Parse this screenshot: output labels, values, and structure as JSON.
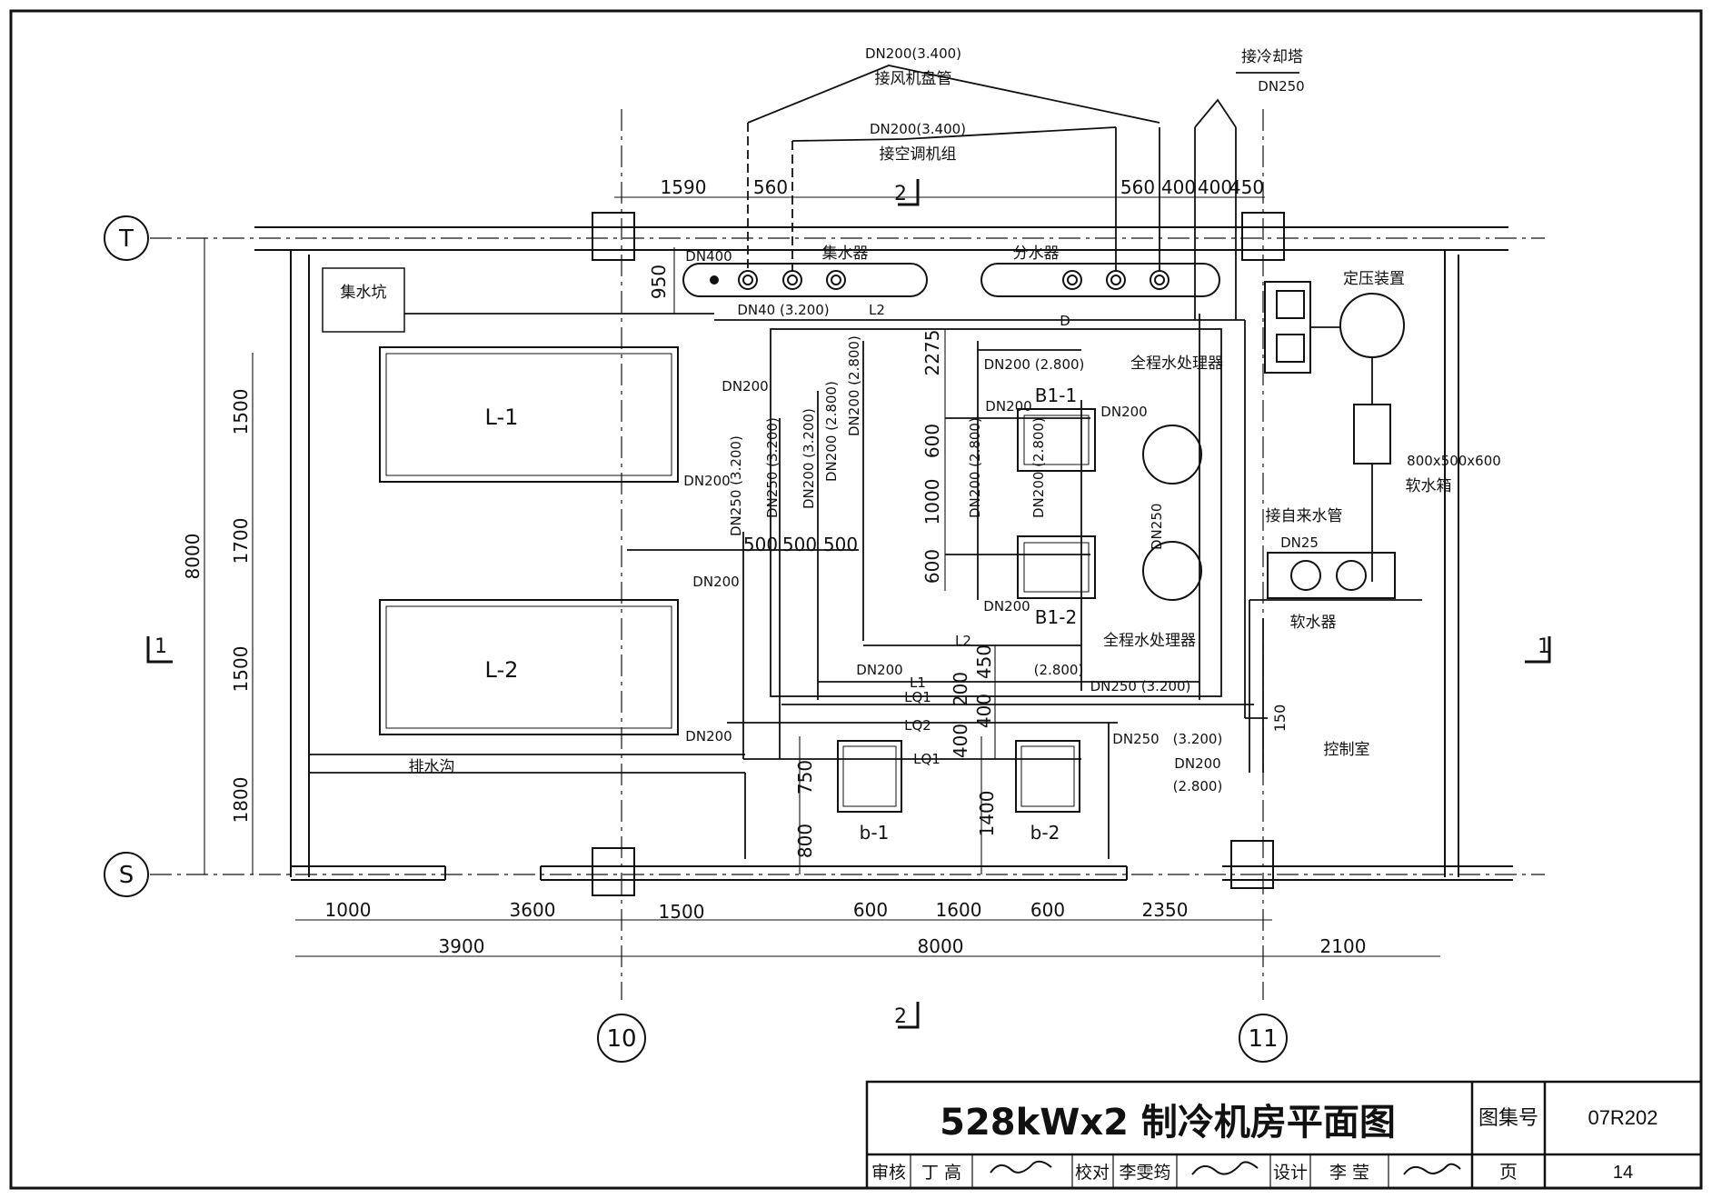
{
  "title_block": {
    "title": "528kWx2 制冷机房平面图",
    "atlas_label": "图集号",
    "atlas_no": "07R202",
    "page_label": "页",
    "page_no": "14",
    "review_label": "审核",
    "reviewer": "丁 高",
    "check_label": "校对",
    "checker": "李雯筠",
    "design_label": "设计",
    "designer": "李 莹"
  },
  "axes": {
    "t": "T",
    "s": "S",
    "c10": "10",
    "c11": "11"
  },
  "sections": {
    "s1_left": "1",
    "s1_right": "1",
    "s2_top": "2",
    "s2_bottom": "2"
  },
  "labels": {
    "fan_coil_size": "DN200(3.400)",
    "fan_coil": "接风机盘管",
    "ahu_size": "DN200(3.400)",
    "ahu": "接空调机组",
    "cooling_tower": "接冷却塔",
    "cooling_tower_size": "DN250",
    "collector": "集水器",
    "distributor": "分水器",
    "pit": "集水坑",
    "dn400": "DN400",
    "dn40": "DN40 (3.200)",
    "l2_top": "L2",
    "d_top": "D",
    "pressure": "定压装置",
    "softwater_tank_size": "800x500x600",
    "softwater_tank": "软水箱",
    "tap_water": "接自来水管",
    "dn25": "DN25",
    "softener": "软水器",
    "control_room": "控制室",
    "treater1": "全程水处理器",
    "treater2": "全程水处理器",
    "b1_1": "B1-1",
    "b1_2": "B1-2",
    "l1_unit": "L-1",
    "l2_unit": "L-2",
    "b_1": "b-1",
    "b_2": "b-2",
    "drain": "排水沟",
    "dn200_2800_a": "DN200 (2.800)",
    "dn200_a": "DN200",
    "dn200_b": "DN200",
    "dn200_c": "DN200",
    "dn200_d": "DN200",
    "dn200_e": "DN200",
    "dn200_f": "DN200",
    "dn200_g": "DN200",
    "dn200_h": "DN200",
    "v_dn200_2800_a": "DN200 (2.800)",
    "v_dn200_3200": "DN200 (3.200)",
    "v_dn200_2800_b": "DN200 (2.800)",
    "v_dn250_3200": "DN250 (3.200)",
    "v_dn250_3200_b": "DN250 (3.200)",
    "v_dn200_2800_c": "DN200 (2.800)",
    "v_dn200_2800_d": "DN200 (2.800)",
    "v_dn250": "DN250",
    "l2_mid": "L2",
    "l1_mid": "L1",
    "lq1": "LQ1",
    "lq2": "LQ2",
    "lq1_b": "LQ1",
    "p2800": "(2.800)",
    "dn250_3200": "DN250 (3.200)",
    "dn250": "DN250",
    "p3200": "(3.200)",
    "dn200_bot": "DN200",
    "p2800_bot": "(2.800)"
  },
  "dims": {
    "d1590": "1590",
    "d560a": "560",
    "d560b": "560",
    "d400a": "400",
    "d400b": "400",
    "d450": "450",
    "d950": "950",
    "d2275": "2275",
    "d600a": "600",
    "d1000": "1000",
    "d600b": "600",
    "d450v": "450",
    "d200v": "200",
    "d400v1": "400",
    "d400v2": "400",
    "d1500h": "1500",
    "d500a": "500",
    "d500b": "500",
    "d500c": "500",
    "v1500a": "1500",
    "v1700": "1700",
    "v1500b": "1500",
    "v1800": "1800",
    "v8000": "8000",
    "v750": "750",
    "v800": "800",
    "v1400": "1400",
    "v150": "150",
    "b1000": "1000",
    "b3600": "3600",
    "b600a": "600",
    "b1600": "1600",
    "b600b": "600",
    "b2350": "2350",
    "b3900": "3900",
    "b8000": "8000",
    "b2100": "2100"
  }
}
